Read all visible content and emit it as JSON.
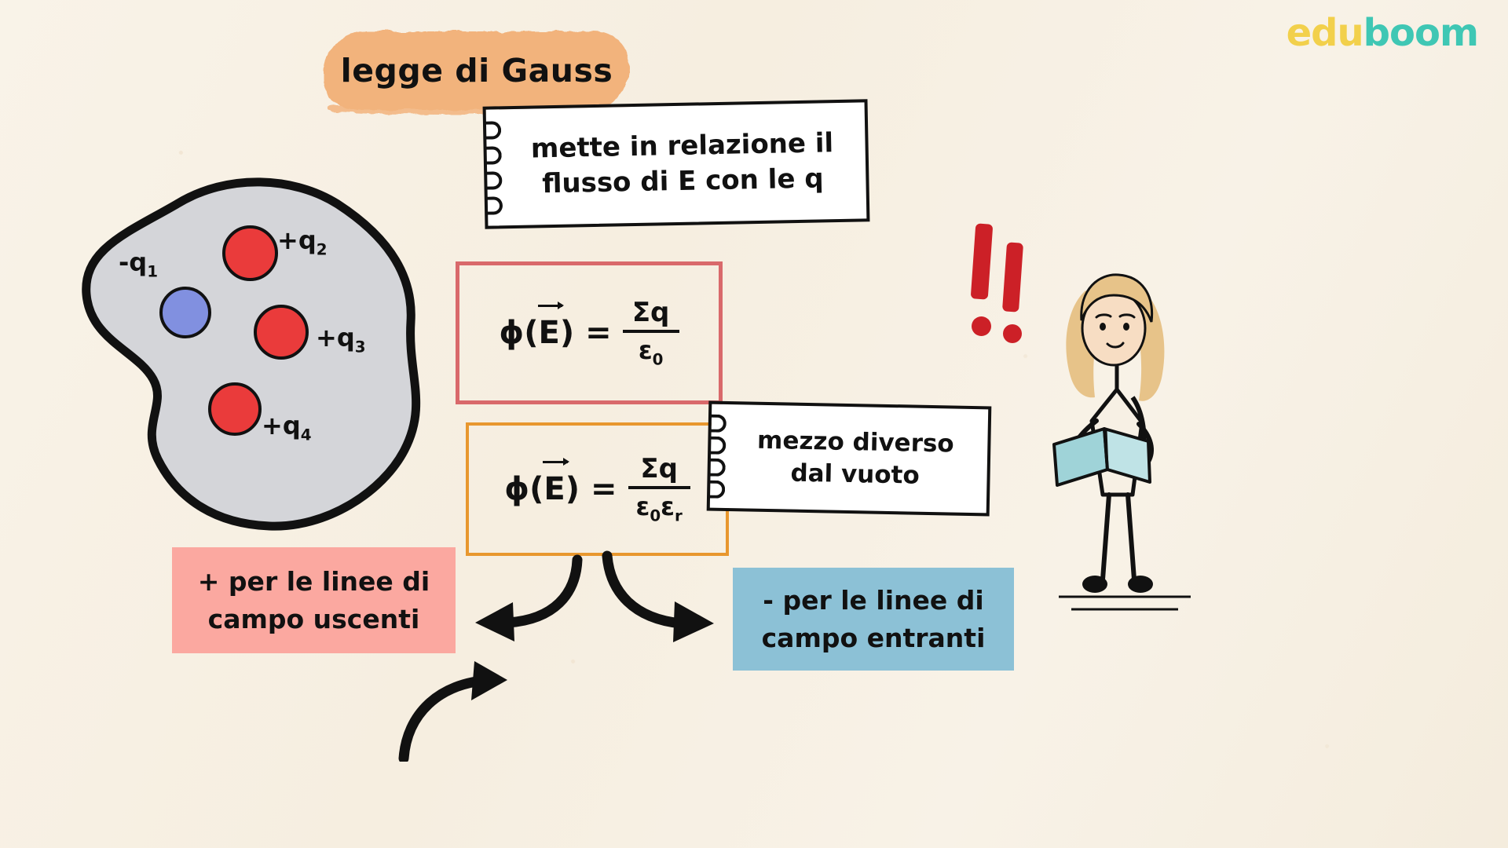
{
  "logo": {
    "part1": "edu",
    "part2": "boom",
    "color1": "#f2d04b",
    "color2": "#3fc7b4"
  },
  "title": {
    "text": "legge di Gauss",
    "highlight_color": "#f2b37c"
  },
  "notes": [
    {
      "name": "note-flusso",
      "line1": "mette in relazione il",
      "line2": "flusso di E con le q"
    },
    {
      "name": "note-mezzo",
      "line1": "mezzo diverso",
      "line2": "dal vuoto"
    }
  ],
  "formulas": [
    {
      "name": "gauss-vacuum",
      "lhs": "ϕ(E) =",
      "phi": "ϕ",
      "open": "(",
      "evec": "E",
      "close": ")",
      "equals": "=",
      "numerator": "Σq",
      "denominator": "ε",
      "denominator_sub": "0",
      "denominator_sub2": "",
      "border_color": "#d9696b"
    },
    {
      "name": "gauss-medium",
      "phi": "ϕ",
      "open": "(",
      "evec": "E",
      "close": ")",
      "equals": "=",
      "numerator": "Σq",
      "denominator": "ε",
      "denominator_sub": "0",
      "denominator2": "ε",
      "denominator_sub2": "r",
      "border_color": "#e8972e"
    }
  ],
  "blob": {
    "fill_color": "#d4d5d9",
    "stroke_color": "#111111",
    "charges": [
      {
        "label": "-q",
        "sub": "1",
        "color": "#8190e0",
        "type": "negative"
      },
      {
        "label": "+q",
        "sub": "2",
        "color": "#ea3b3b",
        "type": "positive"
      },
      {
        "label": "+q",
        "sub": "3",
        "color": "#ea3b3b",
        "type": "positive"
      },
      {
        "label": "+q",
        "sub": "4",
        "color": "#ea3b3b",
        "type": "positive"
      }
    ]
  },
  "captions": [
    {
      "name": "caption-uscenti",
      "line1": "+ per le linee di",
      "line2": "campo uscenti",
      "bg": "#fba8a0"
    },
    {
      "name": "caption-entranti",
      "line1": "- per le linee di",
      "line2": "campo entranti",
      "bg": "#8cc1d6"
    }
  ],
  "decor": {
    "exclamation_color": "#cc2027",
    "background": "#f7f0e4"
  }
}
